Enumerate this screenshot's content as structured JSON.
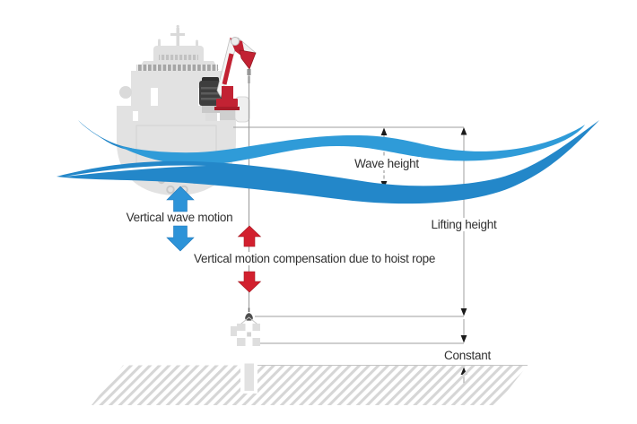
{
  "diagram": {
    "labels": {
      "wave_height": "Wave height",
      "vertical_wave_motion": "Vertical wave motion",
      "lifting_height": "Lifting height",
      "vertical_motion_compensation": "Vertical motion compensation due to hoist rope",
      "constant": "Constant"
    },
    "colors": {
      "wave_blue": "#2f9bd8",
      "wave_blue_dark": "#2387c9",
      "arrow_blue": "#2d93d8",
      "arrow_red": "#d2202e",
      "crane_red": "#c22233",
      "ship_gray": "#e2e2e2",
      "hatch_gray": "#d6d6d6",
      "dimension_line_gray": "#9f9f9f",
      "text_color": "#303030"
    },
    "icons": {
      "vertical_wave_motion_arrows": "blue-block-double-arrow-vertical",
      "compensation_arrows": "red-block-double-arrow-vertical",
      "dimension_arrowheads": "thin-black-triangle",
      "ship": "cargo-vessel-stern-silhouette",
      "crane": "knuckle-boom-crane",
      "waves": "stylized-sea-wave-strokes",
      "ground": "hatched-quay-ground",
      "load": "suspended-load-box"
    }
  }
}
